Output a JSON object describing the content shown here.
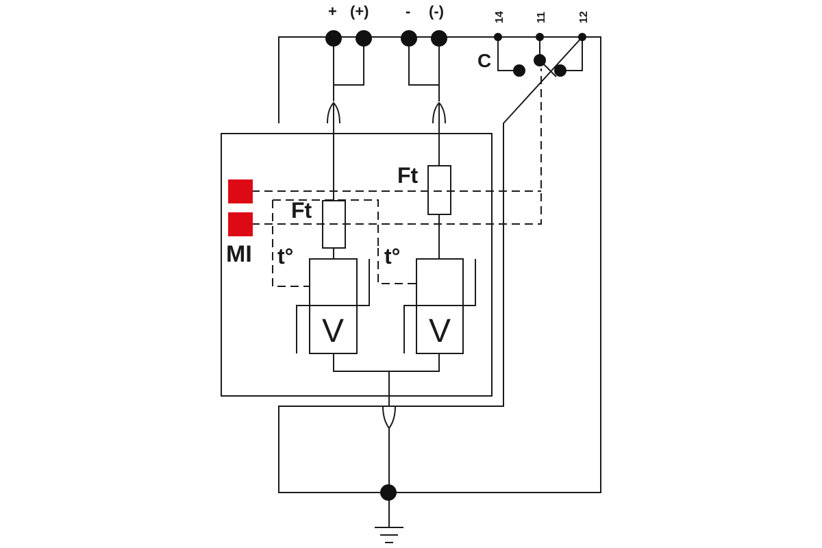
{
  "terminals": {
    "plus": "+",
    "plus_paren": "(+)",
    "minus": "-",
    "minus_paren": "(-)"
  },
  "contact": {
    "label": "C",
    "pin_14": "14",
    "pin_11": "11",
    "pin_12": "12"
  },
  "fuses": {
    "left_label": "Ft",
    "right_label": "Ft"
  },
  "thermal": {
    "left_label": "t°",
    "right_label": "t°"
  },
  "varistors": {
    "left_label": "V",
    "right_label": "V"
  },
  "indicator": {
    "label": "MI",
    "color": "#dd0a16"
  }
}
